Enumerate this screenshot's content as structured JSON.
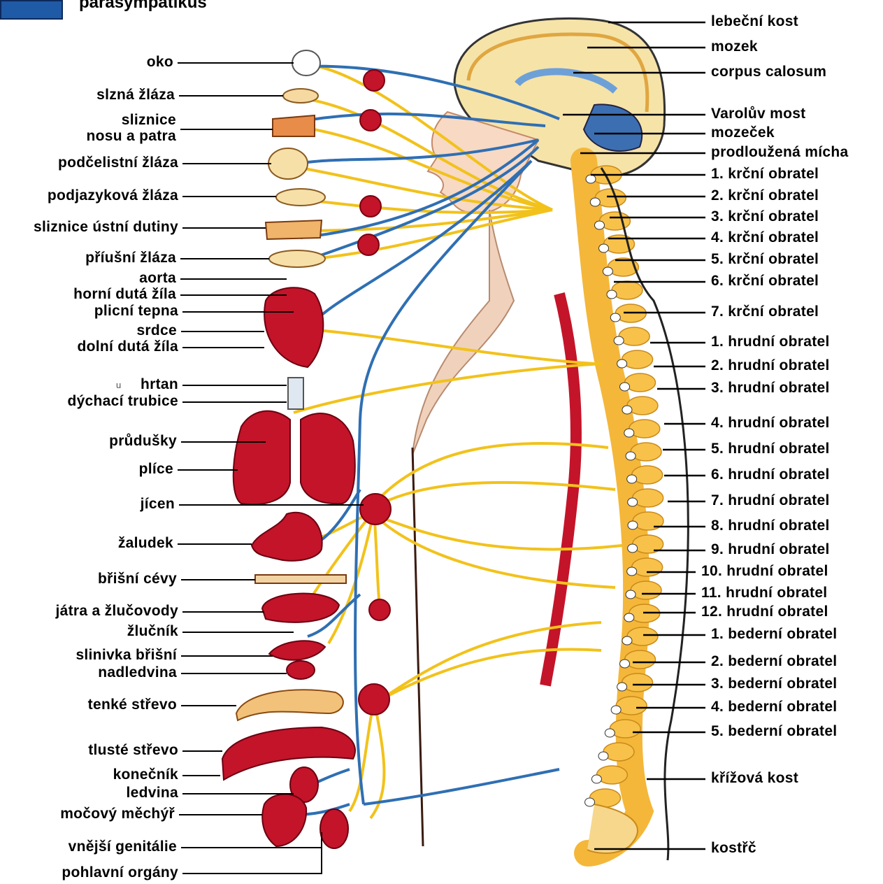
{
  "legend": {
    "color": "#1f5aa6",
    "label": "parasympatikus"
  },
  "left_labels": [
    {
      "id": "oko",
      "text": "oko"
    },
    {
      "id": "slzna",
      "text": "slzná žláza"
    },
    {
      "id": "sliznice1",
      "text": "sliznice"
    },
    {
      "id": "sliznice2",
      "text": "nosu a patra"
    },
    {
      "id": "podcelistni",
      "text": "podčelistní žláza"
    },
    {
      "id": "podjazykova",
      "text": "podjazyková žláza"
    },
    {
      "id": "sliznice_ustni",
      "text": "sliznice ústní dutiny"
    },
    {
      "id": "priusni",
      "text": "příušní žláza"
    },
    {
      "id": "aorta",
      "text": "aorta"
    },
    {
      "id": "horni_duta",
      "text": "horní dutá žíla"
    },
    {
      "id": "plicni_tepna",
      "text": "plicní tepna"
    },
    {
      "id": "srdce",
      "text": "srdce"
    },
    {
      "id": "dolni_duta",
      "text": "dolní dutá žíla"
    },
    {
      "id": "hrtan",
      "text": "hrtan"
    },
    {
      "id": "dychaci",
      "text": "dýchací trubice"
    },
    {
      "id": "prudusky",
      "text": "průdušky"
    },
    {
      "id": "plice",
      "text": "plíce"
    },
    {
      "id": "jicen",
      "text": "jícen"
    },
    {
      "id": "zaludek",
      "text": "žaludek"
    },
    {
      "id": "brisni_cevy",
      "text": "břišní cévy"
    },
    {
      "id": "jatra",
      "text": "játra a žlučovody"
    },
    {
      "id": "zlucnik",
      "text": "žlučník"
    },
    {
      "id": "slinivka",
      "text": "slinivka břišní"
    },
    {
      "id": "nadledvina",
      "text": "nadledvina"
    },
    {
      "id": "tenke",
      "text": "tenké střevo"
    },
    {
      "id": "tluste",
      "text": "tlusté střevo"
    },
    {
      "id": "konecnik",
      "text": "konečník"
    },
    {
      "id": "ledvina",
      "text": "ledvina"
    },
    {
      "id": "mocovy",
      "text": "močový měchýř"
    },
    {
      "id": "vnejsi",
      "text": "vnější genitálie"
    },
    {
      "id": "pohlavni",
      "text": "pohlavní orgány"
    }
  ],
  "right_labels": [
    {
      "id": "lebecni",
      "text": "lebeční kost"
    },
    {
      "id": "mozek",
      "text": "mozek"
    },
    {
      "id": "corpus",
      "text": "corpus calosum"
    },
    {
      "id": "varoluv",
      "text": "Varolův most"
    },
    {
      "id": "mozecek",
      "text": "mozeček"
    },
    {
      "id": "prodlouzena",
      "text": "prodloužená mícha"
    },
    {
      "id": "c1",
      "text": "1. krční obratel"
    },
    {
      "id": "c2",
      "text": "2. krční obratel"
    },
    {
      "id": "c3",
      "text": "3. krční obratel"
    },
    {
      "id": "c4",
      "text": "4. krční obratel"
    },
    {
      "id": "c5",
      "text": "5. krční obratel"
    },
    {
      "id": "c6",
      "text": "6. krční obratel"
    },
    {
      "id": "c7",
      "text": "7. krční obratel"
    },
    {
      "id": "t1",
      "text": "1. hrudní obratel"
    },
    {
      "id": "t2",
      "text": "2. hrudní obratel"
    },
    {
      "id": "t3",
      "text": "3. hrudní obratel"
    },
    {
      "id": "t4",
      "text": "4. hrudní obratel"
    },
    {
      "id": "t5",
      "text": "5. hrudní obratel"
    },
    {
      "id": "t6",
      "text": "6. hrudní obratel"
    },
    {
      "id": "t7",
      "text": "7. hrudní obratel"
    },
    {
      "id": "t8",
      "text": "8. hrudní obratel"
    },
    {
      "id": "t9",
      "text": "9. hrudní obratel"
    },
    {
      "id": "t10",
      "text": "10. hrudní obratel"
    },
    {
      "id": "t11",
      "text": "11. hrudní obratel"
    },
    {
      "id": "t12",
      "text": "12. hrudní obratel"
    },
    {
      "id": "l1",
      "text": "1. bederní obratel"
    },
    {
      "id": "l2",
      "text": "2. bederní obratel"
    },
    {
      "id": "l3",
      "text": "3. bederní obratel"
    },
    {
      "id": "l4",
      "text": "4. bederní obratel"
    },
    {
      "id": "l5",
      "text": "5. bederní obratel"
    },
    {
      "id": "krizova",
      "text": "křížová kost"
    },
    {
      "id": "kostrc",
      "text": "kostřč"
    }
  ],
  "colors": {
    "parasympathetic": "#2f6fb3",
    "sympathetic": "#f2c21b",
    "vertebra": "#f4b73a",
    "organ_red": "#c3142a",
    "brain": "#f5d98a"
  }
}
